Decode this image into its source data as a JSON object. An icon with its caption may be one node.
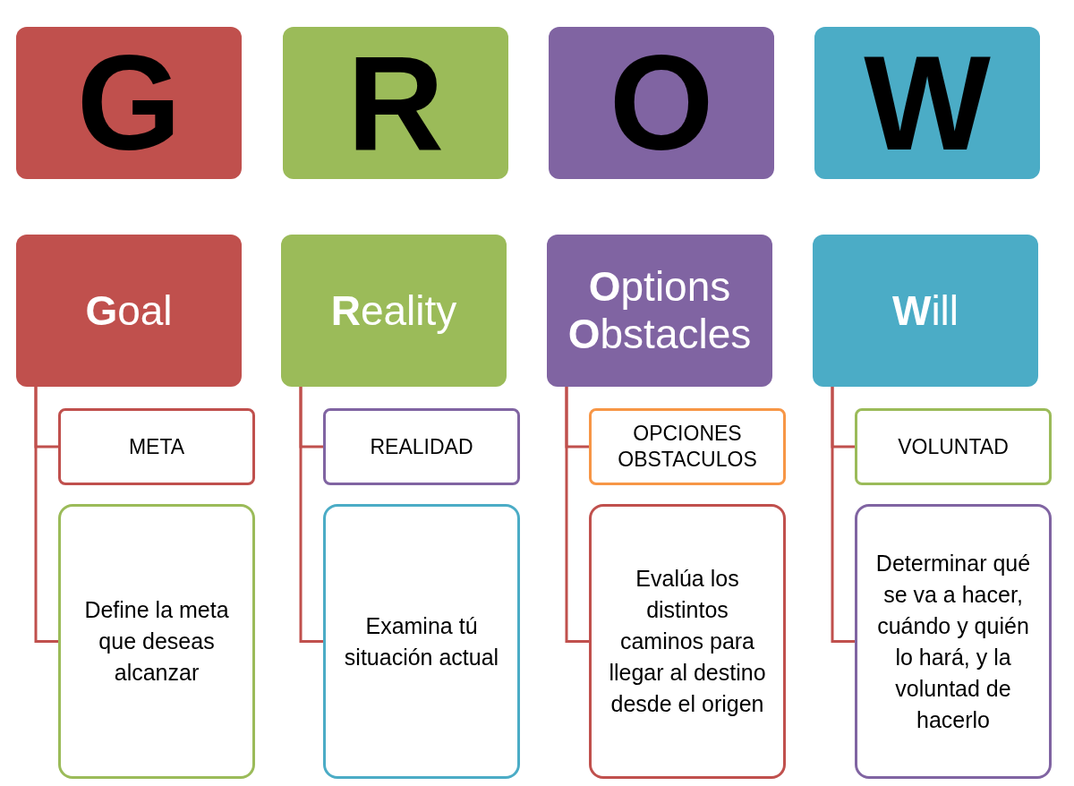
{
  "diagram": {
    "nodes": [
      {
        "text": [
          "G"
        ]
      },
      {
        "text": [
          "R"
        ]
      },
      {
        "text": [
          "O"
        ]
      },
      {
        "text": [
          "W"
        ]
      },
      {
        "text": [
          "**G**oal"
        ]
      },
      {
        "text": [
          "**R**eality"
        ]
      },
      {
        "text": [
          "**O**ptions **O**bstacles"
        ]
      },
      {
        "text": [
          "**W**ill"
        ]
      },
      {
        "text": [
          "META"
        ]
      },
      {
        "text": [
          "REALIDAD"
        ]
      },
      {
        "text": [
          "OPCIONES OBSTACULOS"
        ]
      },
      {
        "text": [
          "VOLUNTAD"
        ]
      },
      {
        "text": [
          "Define la meta que deseas alcanzar"
        ]
      },
      {
        "text": [
          "Examina tú situación actual"
        ]
      },
      {
        "text": [
          "Evalúa los distintos caminos para llegar al destino desde el origen"
        ]
      },
      {
        "text": [
          "Determinar qué se va a hacer, cuándo y quién lo hará, y la voluntad de hacerlo"
        ]
      }
    ],
    "edges": [
      {
        "from": 4,
        "to": 8,
        "arrow": "none"
      },
      {
        "from": 4,
        "to": 12,
        "arrow": "none"
      },
      {
        "from": 5,
        "to": 9,
        "arrow": "none"
      },
      {
        "from": 5,
        "to": 13,
        "arrow": "none"
      },
      {
        "from": 6,
        "to": 10,
        "arrow": "none"
      },
      {
        "from": 6,
        "to": 14,
        "arrow": "none"
      },
      {
        "from": 7,
        "to": 11,
        "arrow": "none"
      },
      {
        "from": 7,
        "to": 15,
        "arrow": "none"
      }
    ]
  }
}
